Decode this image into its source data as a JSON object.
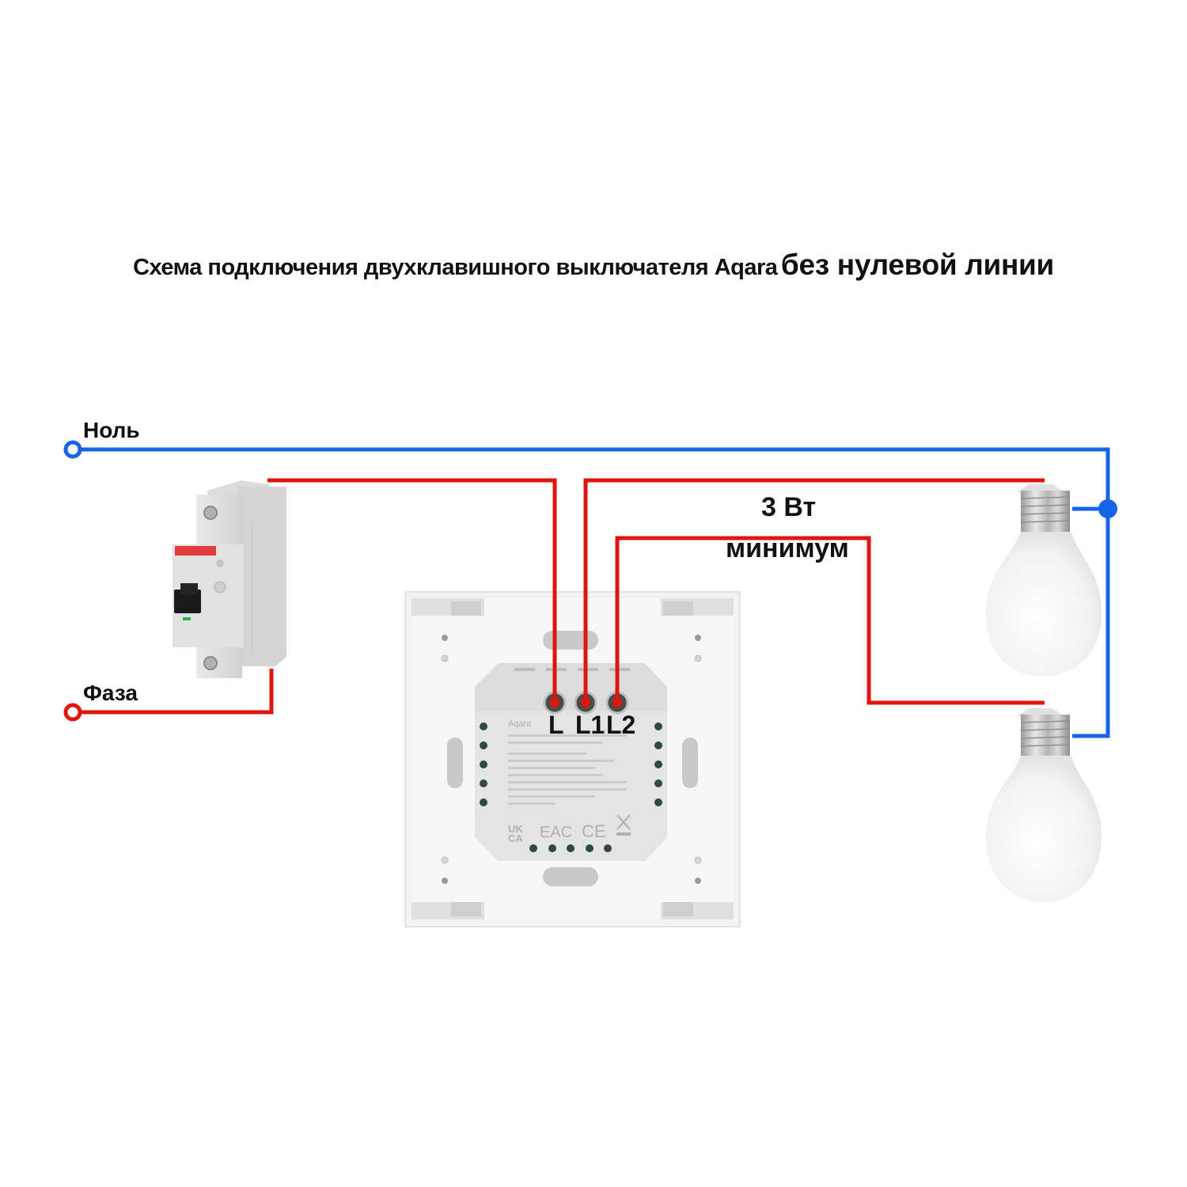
{
  "title": {
    "part1": "Схема подключения двухклавишного выключателя Aqara",
    "part2": "без нулевой линии"
  },
  "labels": {
    "neutral": "Ноль",
    "phase": "Фаза",
    "load_power": "3 Вт",
    "load_min": "минимум"
  },
  "switch": {
    "brand": "Aqara",
    "terminals": [
      "L",
      "L1",
      "L2"
    ],
    "certifications": [
      "UK CA",
      "EAC",
      "CE"
    ]
  },
  "colors": {
    "neutral_wire": "#1565e6",
    "phase_wire": "#e0160e",
    "text": "#111111"
  },
  "components": {
    "breaker": "circuit-breaker",
    "switch": "aqara-two-gang-switch",
    "lamps": [
      "lamp-1",
      "lamp-2"
    ]
  }
}
